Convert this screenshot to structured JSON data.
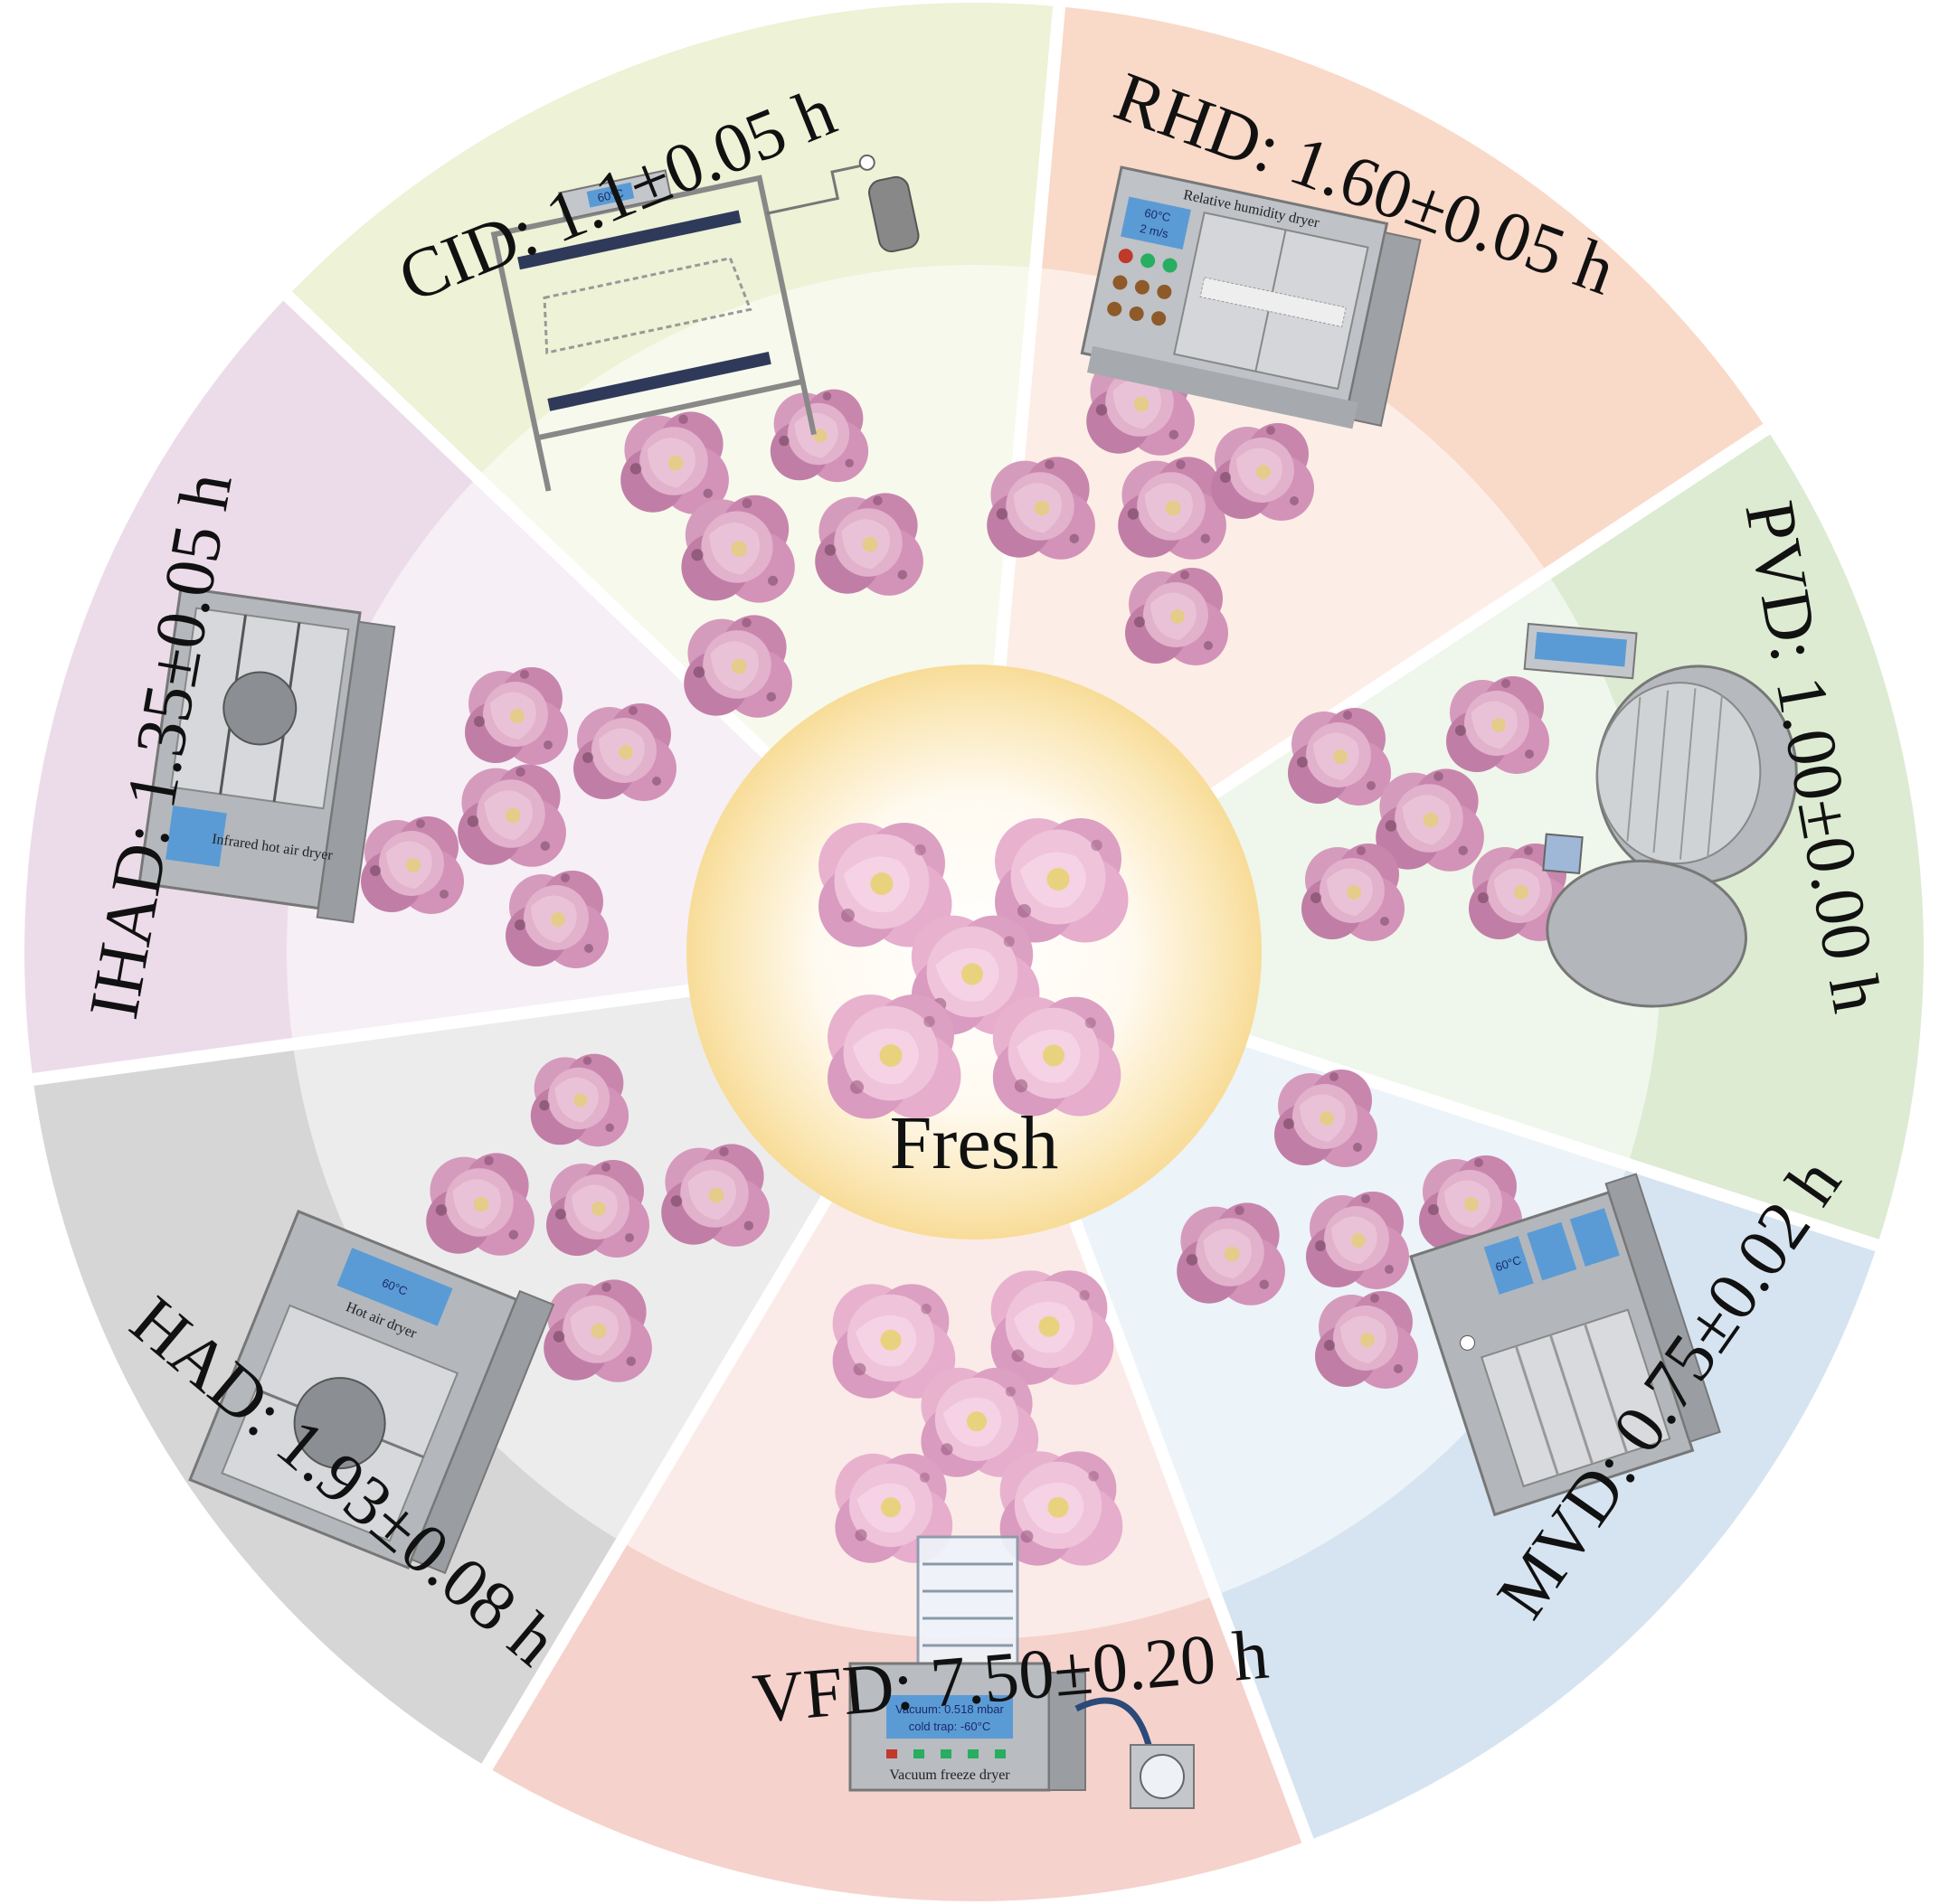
{
  "center": {
    "label": "Fresh"
  },
  "segments": [
    {
      "id": "cid",
      "label": "CID: 1.1±0.05  h",
      "color": "#eef2d6"
    },
    {
      "id": "rhd",
      "label": "RHD: 1.60±0.05 h",
      "color": "#f9d9c8"
    },
    {
      "id": "pvd",
      "label": "PVD: 1.00±0.00 h",
      "color": "#dcebd2"
    },
    {
      "id": "mvd",
      "label": "MVD: 0.75±0.02 h",
      "color": "#d6e4f1"
    },
    {
      "id": "vfd",
      "label": "VFD: 7.50±0.20 h",
      "color": "#f6d2cc"
    },
    {
      "id": "had",
      "label": "HAD: 1.93±0.08 h",
      "color": "#d6d6d6"
    },
    {
      "id": "ihad",
      "label": "IHAD: 1.35±0.05 h",
      "color": "#ecdcea"
    }
  ],
  "devices": {
    "cid_screen": "60°C",
    "rhd_title": "Relative humidity dryer",
    "rhd_screen_1": "60°C",
    "rhd_screen_2": "2 m/s",
    "vfd_screen_1": "Vacuum: 0.518 mbar",
    "vfd_screen_2": "cold trap: -60°C",
    "vfd_name": "Vacuum freeze dryer",
    "had_screen": "60°C",
    "had_name": "Hot air dryer",
    "ihad_name": "Infrared hot air dryer",
    "mvd_screen": "60°C"
  },
  "colors": {
    "flower_light": "#f3cfe0",
    "flower_mid": "#e0a3c3",
    "flower_dark": "#b86e97",
    "device_body": "#b9bcc0",
    "device_dark": "#7d8186",
    "screen": "#5b9bd5",
    "halo_outer": "#fde7a6"
  }
}
